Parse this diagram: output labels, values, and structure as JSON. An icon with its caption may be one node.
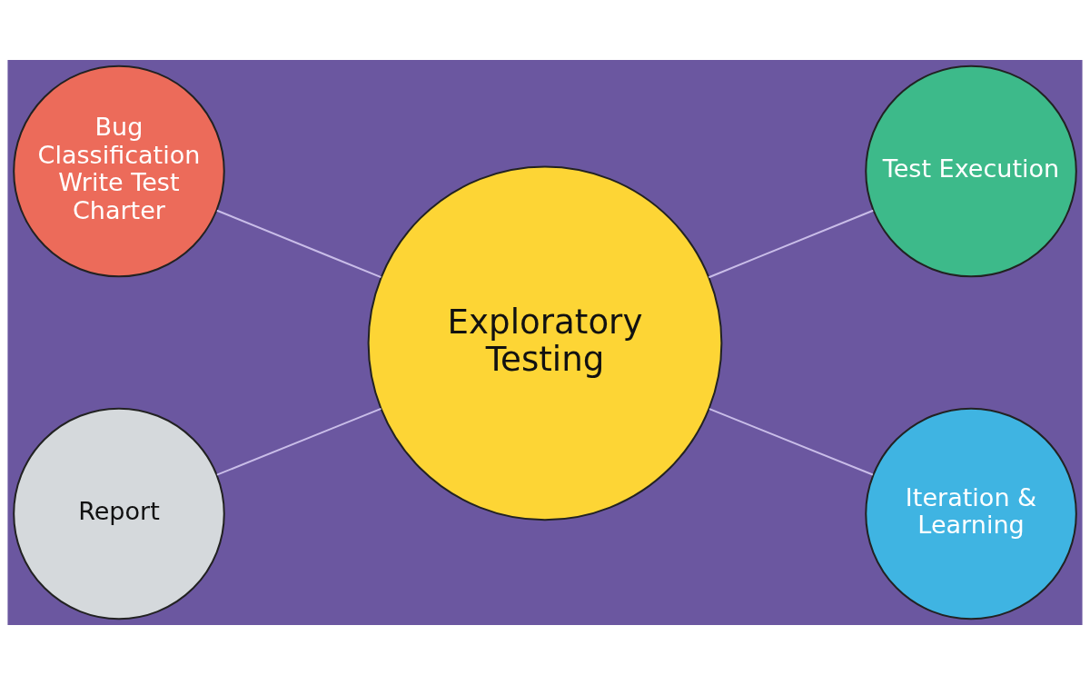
{
  "diagram": {
    "nodes": [
      {
        "text": [
          "Bug Classification Write Test Charter"
        ]
      },
      {
        "text": [
          "Test Execution"
        ]
      },
      {
        "text": [
          "Exploratory Testing"
        ]
      },
      {
        "text": [
          "Report"
        ]
      },
      {
        "text": [
          "Iteration & Learning"
        ]
      }
    ],
    "edges": [
      {
        "from": 0,
        "to": 2,
        "arrow": "none"
      },
      {
        "from": 2,
        "to": 1,
        "arrow": "none"
      },
      {
        "from": 3,
        "to": 2,
        "arrow": "none"
      },
      {
        "from": 2,
        "to": 4,
        "arrow": "none"
      }
    ]
  }
}
